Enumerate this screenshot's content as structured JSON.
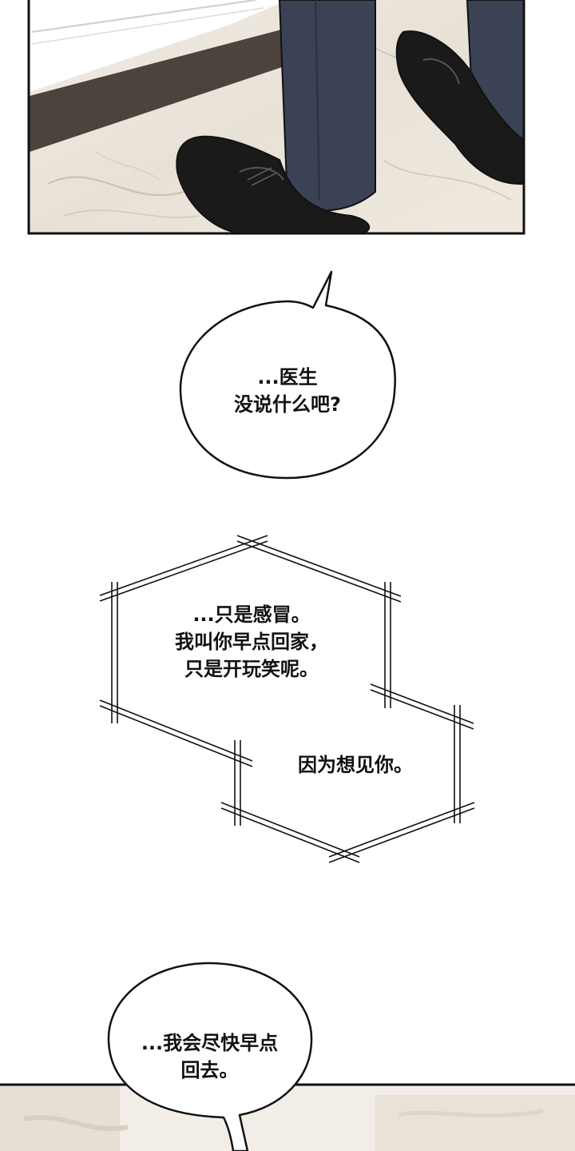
{
  "bubble_1": {
    "lines": "...医生\n没说什么吧?"
  },
  "box": {
    "line_1": "...只是感冒。\n我叫你早点回家，\n只是开玩笑呢。",
    "line_2": "因为想见你。"
  },
  "bubble_2": {
    "lines": "...我会尽快早点\n回去。"
  },
  "colors": {
    "ink": "#111111",
    "trouser": "#3b4256",
    "shoe": "#1a1a1a",
    "floor": "#ece6dc",
    "floor_dark": "#4b433c"
  }
}
